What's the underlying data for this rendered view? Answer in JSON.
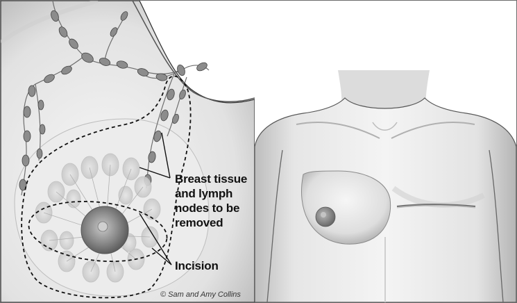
{
  "labels": {
    "breast_tissue_line1": "Breast tissue",
    "breast_tissue_line2": "and lymph",
    "breast_tissue_line3": "nodes to be",
    "breast_tissue_line4": "removed",
    "incision": "Incision"
  },
  "credit": "© Sam and Amy Collins",
  "colors": {
    "background": "#ffffff",
    "skin_light": "#f2f2f2",
    "skin_mid": "#d9d9d9",
    "skin_dark": "#9e9e9e",
    "outline": "#222222",
    "node": "#8c8c8c",
    "areola": "#7a7a7a"
  }
}
